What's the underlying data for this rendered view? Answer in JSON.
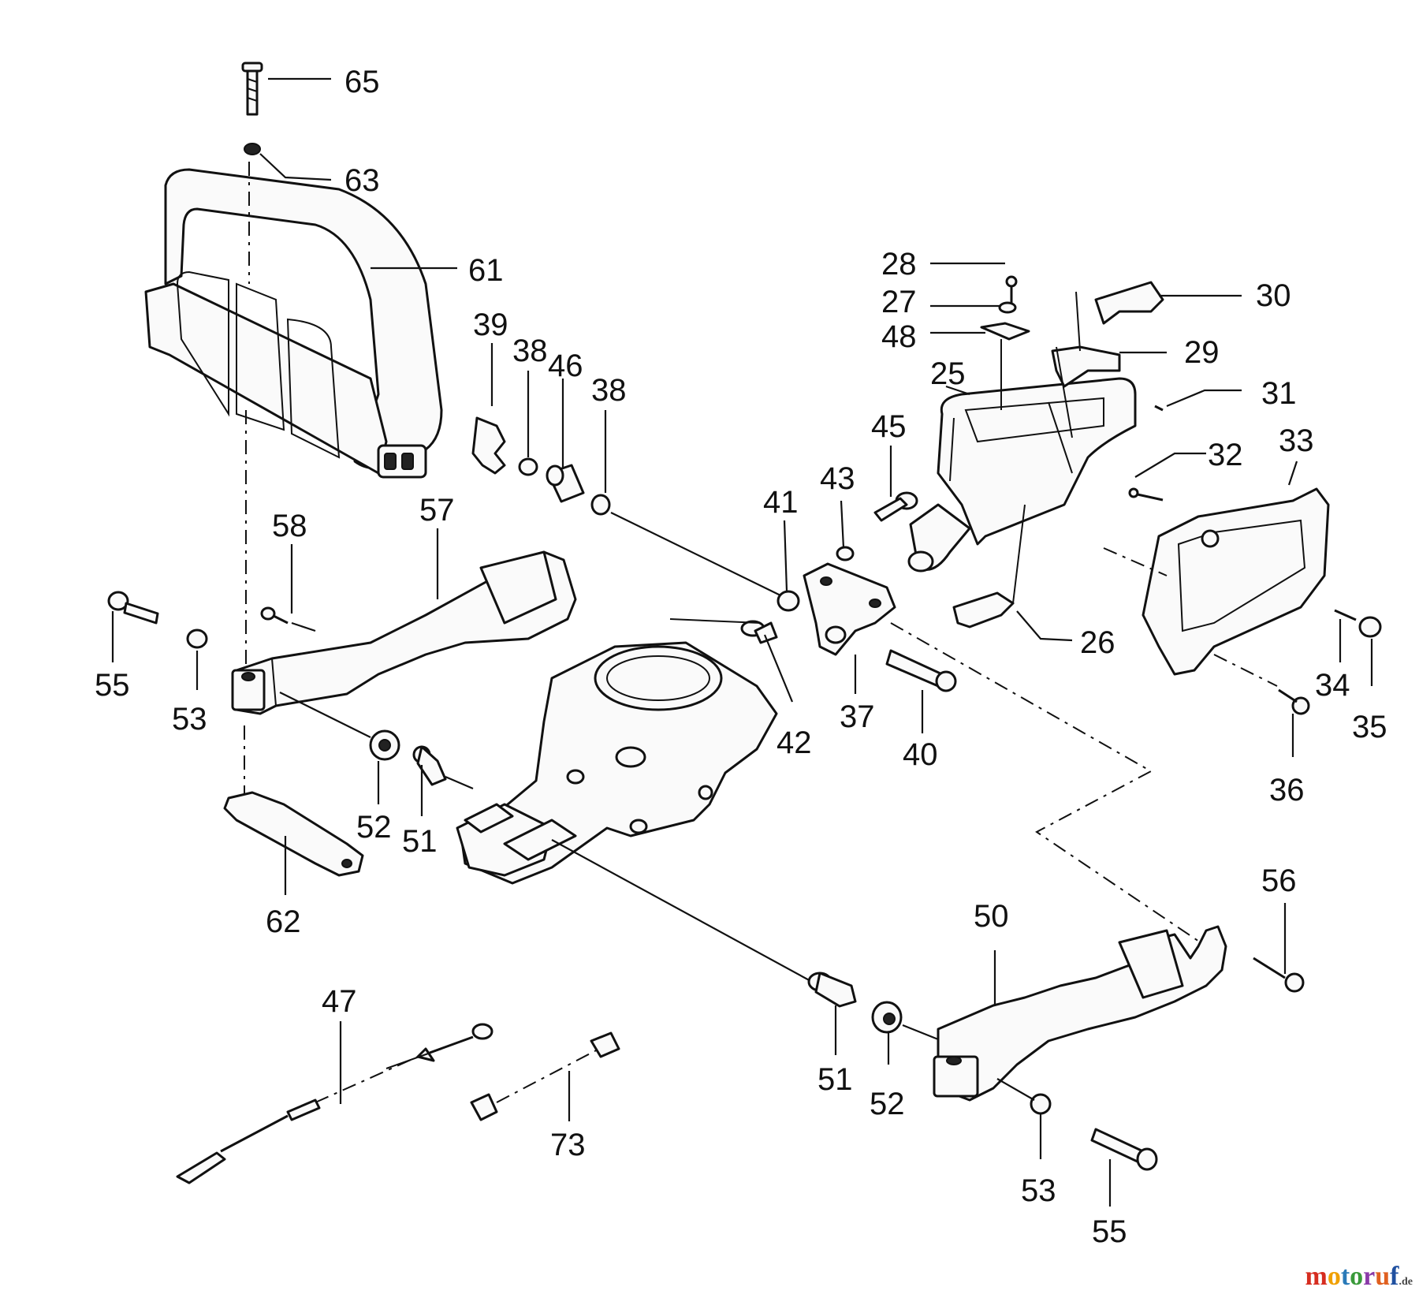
{
  "diagram": {
    "part_numbers": {
      "p65": "65",
      "p63": "63",
      "p61": "61",
      "p39": "39",
      "p38a": "38",
      "p46": "46",
      "p38b": "38",
      "p28": "28",
      "p27": "27",
      "p48": "48",
      "p30": "30",
      "p29": "29",
      "p25": "25",
      "p31": "31",
      "p45": "45",
      "p32": "32",
      "p33": "33",
      "p43": "43",
      "p41": "41",
      "p58": "58",
      "p57": "57",
      "p55a": "55",
      "p53a": "53",
      "p26": "26",
      "p42": "42",
      "p37": "37",
      "p40": "40",
      "p34": "34",
      "p35": "35",
      "p36": "36",
      "p52a": "52",
      "p51a": "51",
      "p62": "62",
      "p56": "56",
      "p50": "50",
      "p47": "47",
      "p51b": "51",
      "p52b": "52",
      "p73": "73",
      "p53b": "53",
      "p55b": "55"
    }
  },
  "watermark": {
    "text": "motoruf",
    "suffix": ".de",
    "colors": [
      "#d62d20",
      "#f0a000",
      "#2a7ab8",
      "#3a9a3a",
      "#8a3aa8",
      "#e06020",
      "#2050a0"
    ]
  }
}
